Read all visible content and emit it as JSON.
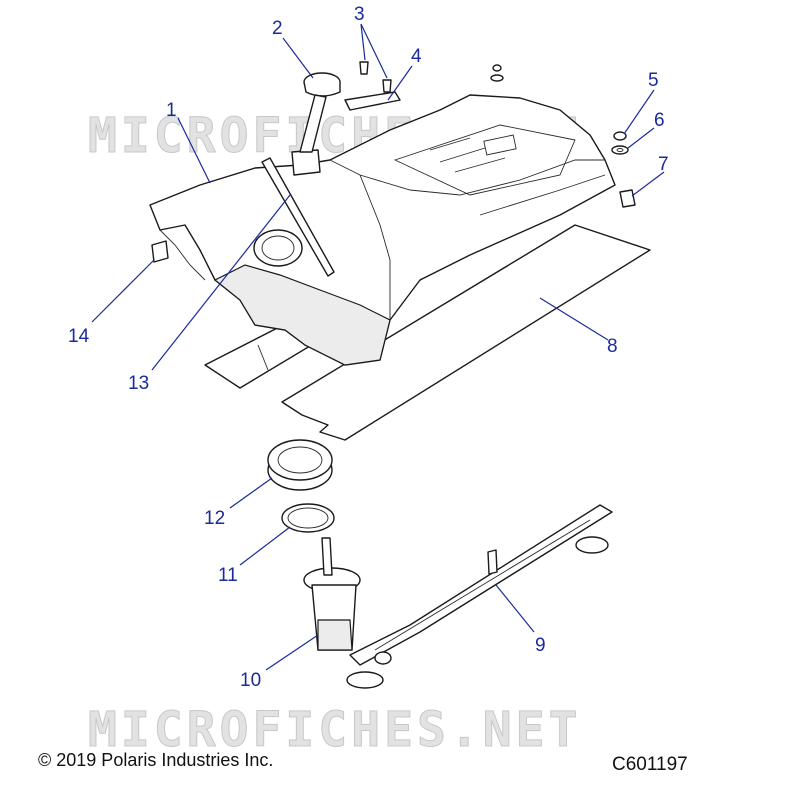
{
  "watermark": {
    "text": "MICROFICHES.NET"
  },
  "footer": {
    "copyright": "© 2019 Polaris Industries Inc.",
    "diagram_code": "C601197"
  },
  "callouts": [
    "1",
    "2",
    "3",
    "4",
    "5",
    "6",
    "7",
    "8",
    "9",
    "10",
    "11",
    "12",
    "13",
    "14"
  ],
  "colors": {
    "callout": "#1a2a9c",
    "line": "#1a1a1a",
    "watermark": "#d6d6d6"
  }
}
